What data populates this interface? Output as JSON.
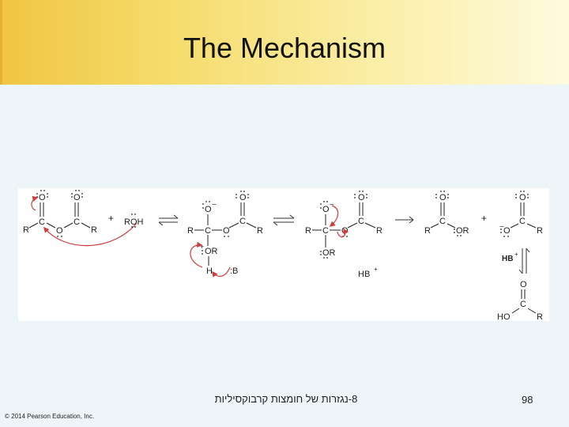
{
  "slide": {
    "title": "The Mechanism",
    "footer_text": "8-נגזרות של חומצות קרבוקסיליות",
    "page_number": "98",
    "copyright": "© 2014 Pearson Education, Inc."
  },
  "diagram": {
    "labels": {
      "R": "R",
      "C": "C",
      "O": "O",
      "OR": "OR",
      "H": "H",
      "HO": "HO",
      "B": ":B",
      "plus": "+",
      "ROH": "ROH",
      "HBplus": "HB",
      "HBplus2": "HB",
      "minus": "−",
      "charge_plus": "+"
    }
  }
}
